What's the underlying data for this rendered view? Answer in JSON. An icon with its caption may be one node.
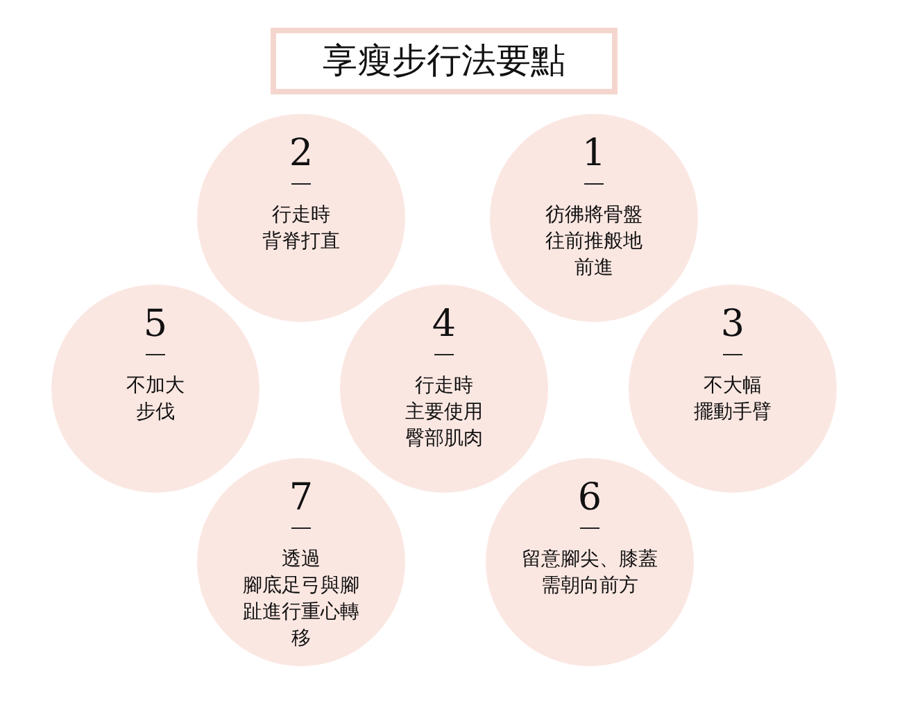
{
  "diagram": {
    "title": "享瘦步行法要點",
    "nodes": [
      {
        "text": [
          "2",
          "行走時背脊打直"
        ]
      },
      {
        "text": [
          "1",
          "彷彿將骨盤往前推般地前進"
        ]
      },
      {
        "text": [
          "5",
          "不加大步伐"
        ]
      },
      {
        "text": [
          "4",
          "行走時主要使用臀部肌肉"
        ]
      },
      {
        "text": [
          "3",
          "不大幅擺動手臂"
        ]
      },
      {
        "text": [
          "7",
          "透過腳底足弓與腳趾進行重心轉移"
        ]
      },
      {
        "text": [
          "6",
          "留意腳尖、膝蓋需朝向前方"
        ]
      }
    ]
  }
}
